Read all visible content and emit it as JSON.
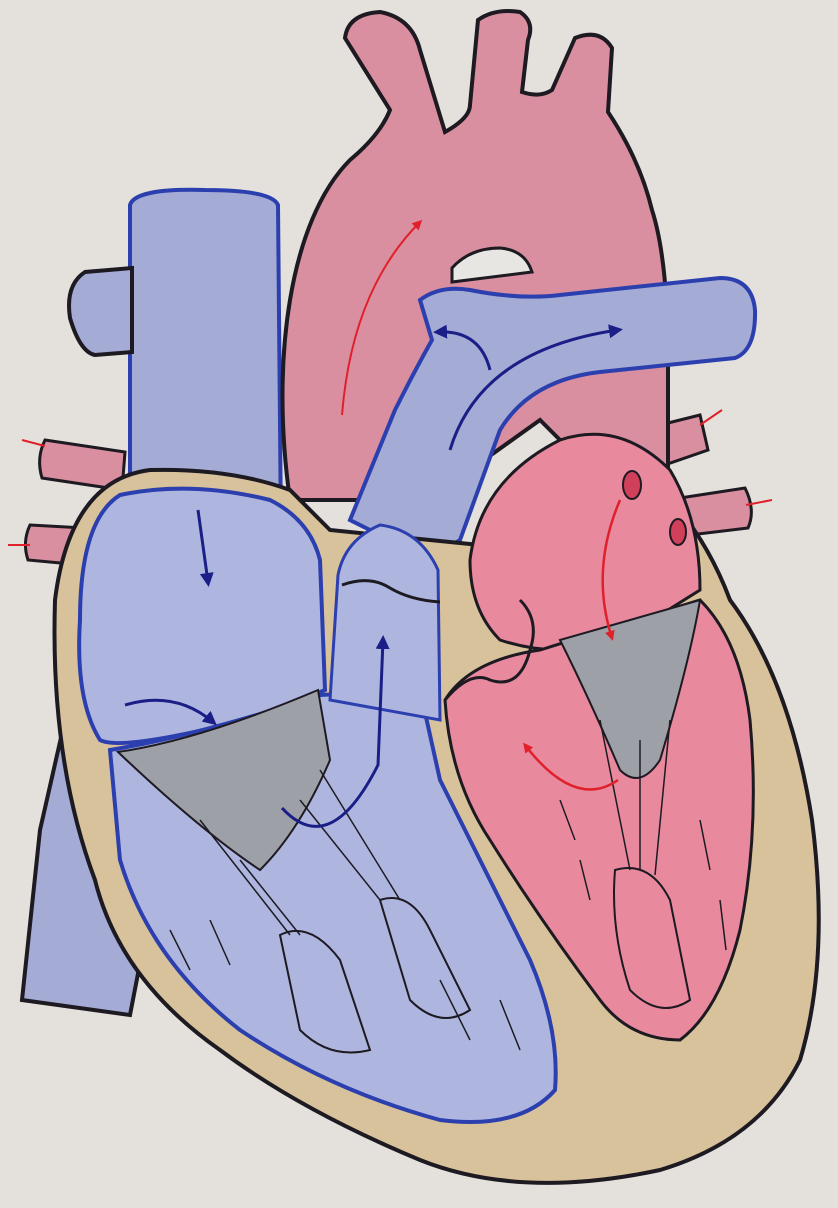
{
  "diagram": {
    "kind": "heart-cross-section-illustration",
    "style": "colored-pencil-on-paper",
    "colors": {
      "paper": "#e4e1dc",
      "oxygenated": "#d98f9f",
      "oxygenated_inner": "#e8899e",
      "deoxygenated": "#a4abd4",
      "deoxygenated_inner": "#aeb6e0",
      "myocardium": "#d8c29c",
      "myocardium_inner": "#e2d6b8",
      "valve_tissue": "#9ea0a8",
      "outline": "#1d1a22",
      "blue_outline": "#2c3fae",
      "arrow_red": "#e0202a",
      "arrow_blue": "#1a1e86"
    },
    "flow_arrows": [
      {
        "name": "aorta-outflow",
        "color": "red"
      },
      {
        "name": "pulmonary-left-branch",
        "color": "blue"
      },
      {
        "name": "pulmonary-right-branch",
        "color": "blue"
      },
      {
        "name": "right-atrium-inflow",
        "color": "blue"
      },
      {
        "name": "tricuspid-flow",
        "color": "blue"
      },
      {
        "name": "right-ventricle-outflow",
        "color": "blue"
      },
      {
        "name": "pulmonary-veins-inflow",
        "color": "red"
      },
      {
        "name": "left-ventricle-outflow",
        "color": "red"
      }
    ]
  }
}
